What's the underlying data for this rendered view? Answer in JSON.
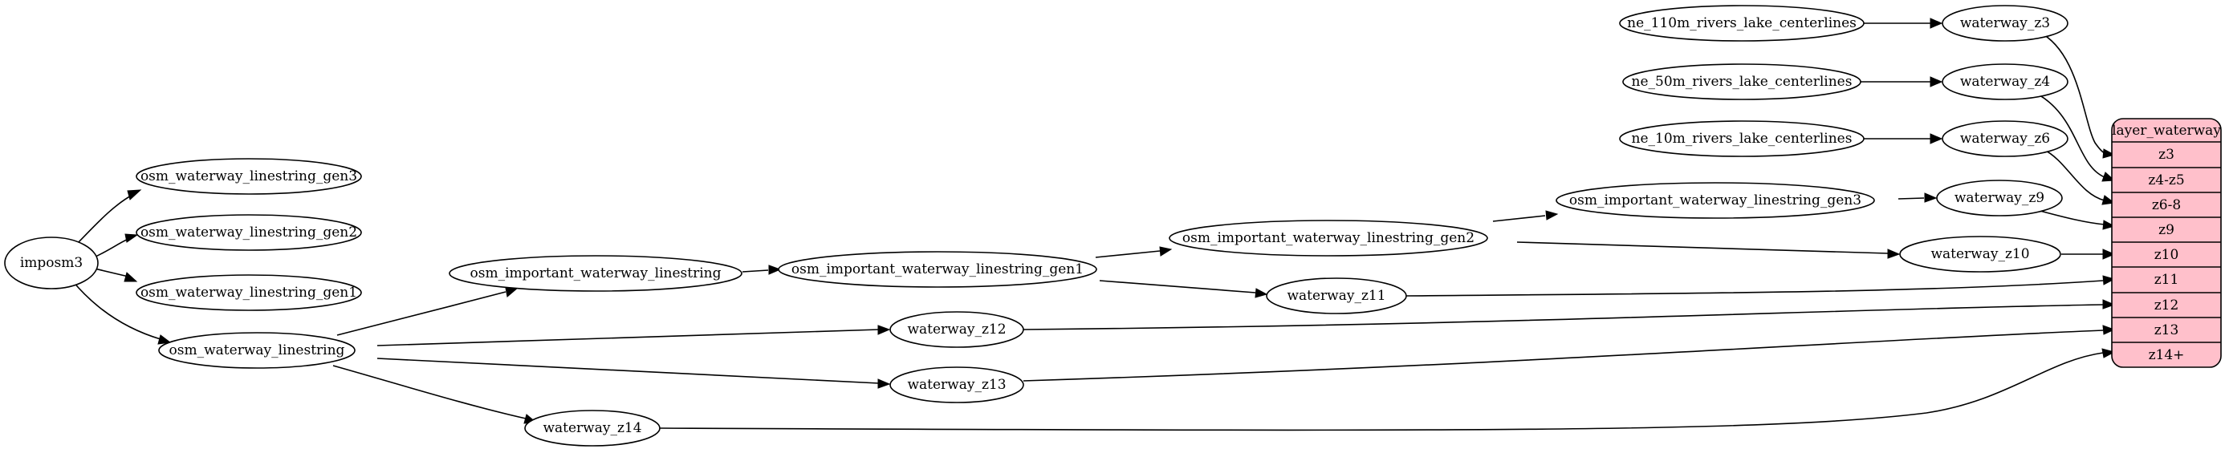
{
  "nodes": {
    "imposm3": "imposm3",
    "osm_waterway_linestring_gen3": "osm_waterway_linestring_gen3",
    "osm_waterway_linestring_gen2": "osm_waterway_linestring_gen2",
    "osm_waterway_linestring_gen1": "osm_waterway_linestring_gen1",
    "osm_waterway_linestring": "osm_waterway_linestring",
    "osm_important_waterway_linestring": "osm_important_waterway_linestring",
    "osm_important_waterway_linestring_gen1": "osm_important_waterway_linestring_gen1",
    "osm_important_waterway_linestring_gen2": "osm_important_waterway_linestring_gen2",
    "osm_important_waterway_linestring_gen3": "osm_important_waterway_linestring_gen3",
    "ne_110m_rivers_lake_centerlines": "ne_110m_rivers_lake_centerlines",
    "ne_50m_rivers_lake_centerlines": "ne_50m_rivers_lake_centerlines",
    "ne_10m_rivers_lake_centerlines": "ne_10m_rivers_lake_centerlines",
    "waterway_z3": "waterway_z3",
    "waterway_z4": "waterway_z4",
    "waterway_z6": "waterway_z6",
    "waterway_z9": "waterway_z9",
    "waterway_z10": "waterway_z10",
    "waterway_z11": "waterway_z11",
    "waterway_z12": "waterway_z12",
    "waterway_z13": "waterway_z13",
    "waterway_z14": "waterway_z14"
  },
  "layer": {
    "title": "layer_waterway",
    "rows": [
      "z3",
      "z4-z5",
      "z6-8",
      "z9",
      "z10",
      "z11",
      "z12",
      "z13",
      "z14+"
    ],
    "fill_color": "#ffc0cb"
  },
  "edges": [
    {
      "from": "imposm3",
      "to": "osm_waterway_linestring_gen3"
    },
    {
      "from": "imposm3",
      "to": "osm_waterway_linestring_gen2"
    },
    {
      "from": "imposm3",
      "to": "osm_waterway_linestring_gen1"
    },
    {
      "from": "imposm3",
      "to": "osm_waterway_linestring"
    },
    {
      "from": "osm_waterway_linestring",
      "to": "osm_important_waterway_linestring"
    },
    {
      "from": "osm_waterway_linestring",
      "to": "waterway_z12"
    },
    {
      "from": "osm_waterway_linestring",
      "to": "waterway_z13"
    },
    {
      "from": "osm_waterway_linestring",
      "to": "waterway_z14"
    },
    {
      "from": "osm_important_waterway_linestring",
      "to": "osm_important_waterway_linestring_gen1"
    },
    {
      "from": "osm_important_waterway_linestring_gen1",
      "to": "osm_important_waterway_linestring_gen2"
    },
    {
      "from": "osm_important_waterway_linestring_gen1",
      "to": "waterway_z11"
    },
    {
      "from": "osm_important_waterway_linestring_gen2",
      "to": "osm_important_waterway_linestring_gen3"
    },
    {
      "from": "osm_important_waterway_linestring_gen2",
      "to": "waterway_z10"
    },
    {
      "from": "osm_important_waterway_linestring_gen3",
      "to": "waterway_z9"
    },
    {
      "from": "ne_110m_rivers_lake_centerlines",
      "to": "waterway_z3"
    },
    {
      "from": "ne_50m_rivers_lake_centerlines",
      "to": "waterway_z4"
    },
    {
      "from": "ne_10m_rivers_lake_centerlines",
      "to": "waterway_z6"
    },
    {
      "from": "waterway_z3",
      "to": "layer_waterway:z3"
    },
    {
      "from": "waterway_z4",
      "to": "layer_waterway:z4-z5"
    },
    {
      "from": "waterway_z6",
      "to": "layer_waterway:z6-8"
    },
    {
      "from": "waterway_z9",
      "to": "layer_waterway:z9"
    },
    {
      "from": "waterway_z10",
      "to": "layer_waterway:z10"
    },
    {
      "from": "waterway_z11",
      "to": "layer_waterway:z11"
    },
    {
      "from": "waterway_z12",
      "to": "layer_waterway:z12"
    },
    {
      "from": "waterway_z13",
      "to": "layer_waterway:z13"
    },
    {
      "from": "waterway_z14",
      "to": "layer_waterway:z14+"
    }
  ]
}
